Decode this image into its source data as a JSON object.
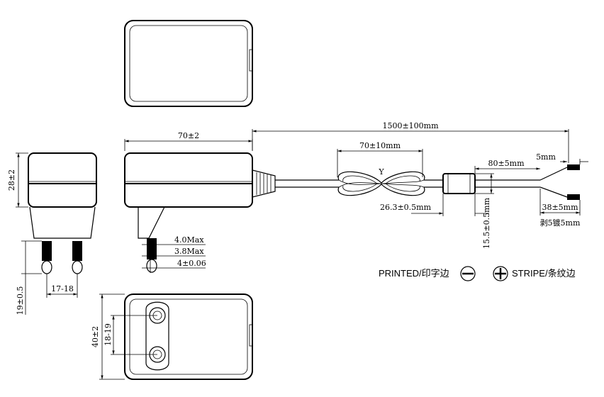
{
  "dimensions": {
    "body_length": "70±2",
    "body_height": "28±2",
    "cable_length": "1500±100mm",
    "coil_length": "70±10mm",
    "ferrite_position": "80±5mm",
    "strip_outer": "5mm",
    "ferrite_length": "26.3±0.5mm",
    "ferrite_diameter": "15.5±0.5mm",
    "split_length": "38±5mm",
    "strip_note": "剥5镀5mm",
    "pin_max_1": "4.0Max",
    "pin_max_2": "3.8Max",
    "pin_diameter": "4±0.06",
    "pin_length": "19±0.5",
    "pin_spacing": "17-18",
    "width": "40±2",
    "pin_spacing_bottom": "18-19",
    "coil_mark": "Y"
  },
  "legend": {
    "printed_label": "PRINTED/印字边",
    "stripe_label": "STRIPE/条纹边",
    "printed_icon": "minus-circle-icon",
    "stripe_icon": "plus-circle-icon"
  }
}
